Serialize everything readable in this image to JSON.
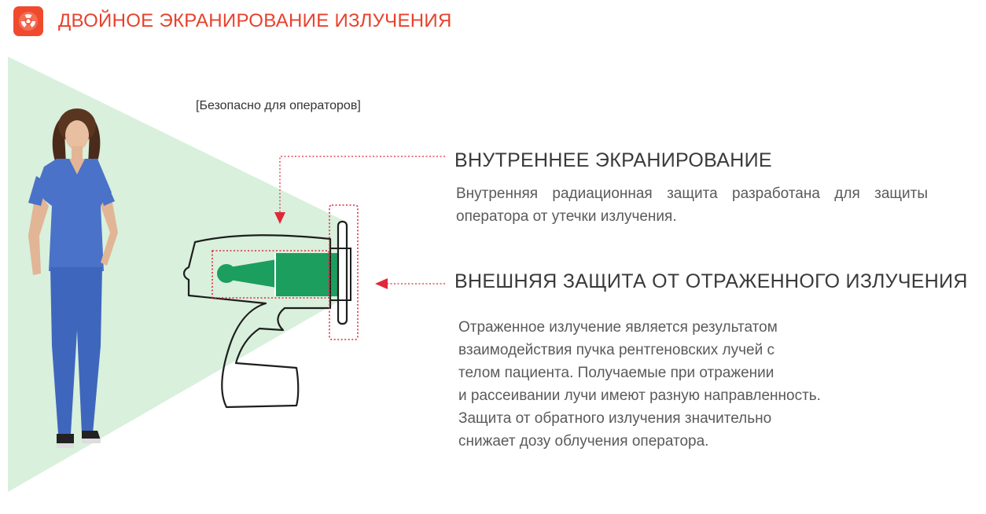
{
  "header": {
    "title": "ДВОЙНОЕ ЭКРАНИРОВАНИЕ ИЗЛУЧЕНИЯ",
    "icon": "radiation-icon",
    "accent_color": "#e8412c"
  },
  "diagram": {
    "safe_caption": "[Безопасно для операторов]",
    "beam_color": "#1c9e5e",
    "zone_color": "#d8f0dc",
    "marker_color": "#e0283a"
  },
  "inner_shielding": {
    "heading": "ВНУТРЕННЕЕ ЭКРАНИРОВАНИЕ",
    "description": "Внутренняя радиационная защита разработана для защиты оператора от утечки излучения."
  },
  "outer_shielding": {
    "heading": "ВНЕШНЯЯ ЗАЩИТА ОТ ОТРАЖЕННОГО ИЗЛУЧЕНИЯ",
    "description": "Отраженное излучение является результатом\nвзаимодействия пучка рентгеновских лучей с\nтелом пациента. Получаемые при отражении\nи рассеивании лучи имеют разную направленность.\nЗащита от обратного излучения значительно\nснижает дозу облучения оператора."
  }
}
